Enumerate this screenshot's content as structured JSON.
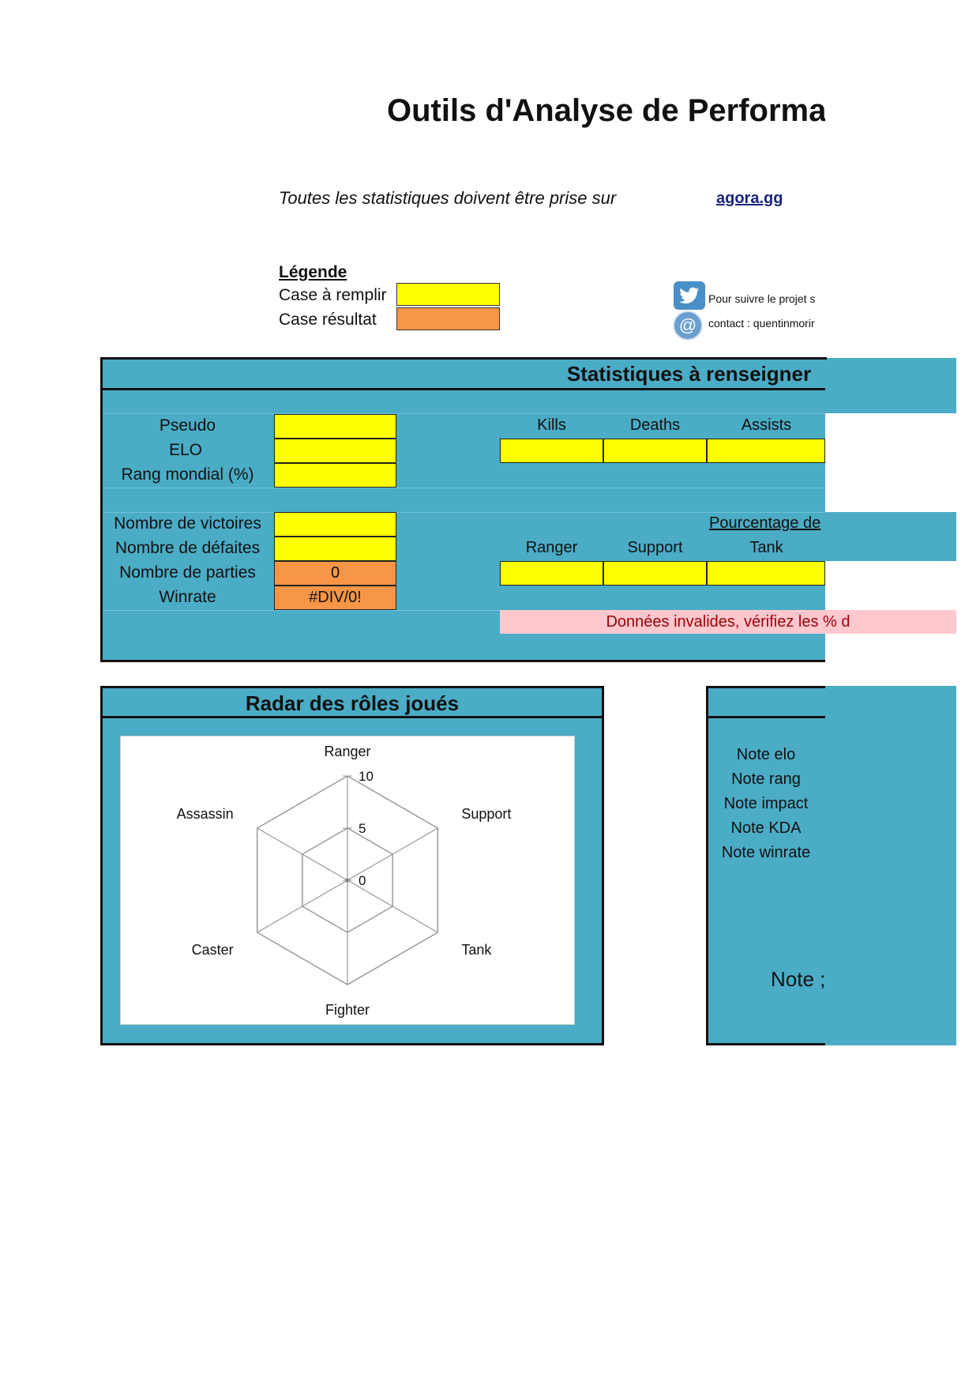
{
  "title": "Outils d'Analyse de Performar",
  "subtitle": "Toutes les statistiques doivent être prise sur",
  "link_text": "agora.gg",
  "legend": {
    "title": "Légende",
    "fill_label": "Case à remplir",
    "result_label": "Case résultat",
    "colors": {
      "fill": "#ffff00",
      "result": "#f79646"
    }
  },
  "social": {
    "twitter_icon": "twitter-bird-icon",
    "twitter_text": "Pour suivre le projet s",
    "contact_icon": "at-sign-icon",
    "contact_text": "contact : quentinmorir"
  },
  "stats_panel": {
    "title": "Statistiques à renseigner",
    "fields": {
      "pseudo": "Pseudo",
      "elo": "ELO",
      "rang": "Rang mondial (%)",
      "victoires": "Nombre de victoires",
      "defaites": "Nombre de défaites",
      "parties": "Nombre de parties",
      "winrate": "Winrate"
    },
    "values": {
      "parties": "0",
      "winrate": "#DIV/0!"
    },
    "kda_headers": [
      "Kills",
      "Deaths",
      "Assists"
    ],
    "percent_title": "Pourcentage de",
    "role_headers": [
      "Ranger",
      "Support",
      "Tank"
    ],
    "invalid_message": "Données invalides, vérifiez les % d"
  },
  "radar_panel": {
    "title": "Radar des rôles joués",
    "axes": [
      "Ranger",
      "Support",
      "Tank",
      "Fighter",
      "Caster",
      "Assassin"
    ],
    "ticks": [
      "10",
      "5",
      "0"
    ]
  },
  "chart_data": {
    "type": "radar",
    "categories": [
      "Ranger",
      "Support",
      "Tank",
      "Fighter",
      "Caster",
      "Assassin"
    ],
    "values": [
      0,
      0,
      0,
      0,
      0,
      0
    ],
    "rlim": [
      0,
      10
    ],
    "ticks": [
      0,
      5,
      10
    ]
  },
  "notes_panel": {
    "labels": [
      "Note elo",
      "Note rang",
      "Note impact",
      "Note KDA",
      "Note winrate"
    ],
    "final_label": "Note ;"
  },
  "colors": {
    "panel_blue": "#4bacc6",
    "invalid_bg": "#ffc7ce",
    "invalid_text": "#9c0006"
  }
}
